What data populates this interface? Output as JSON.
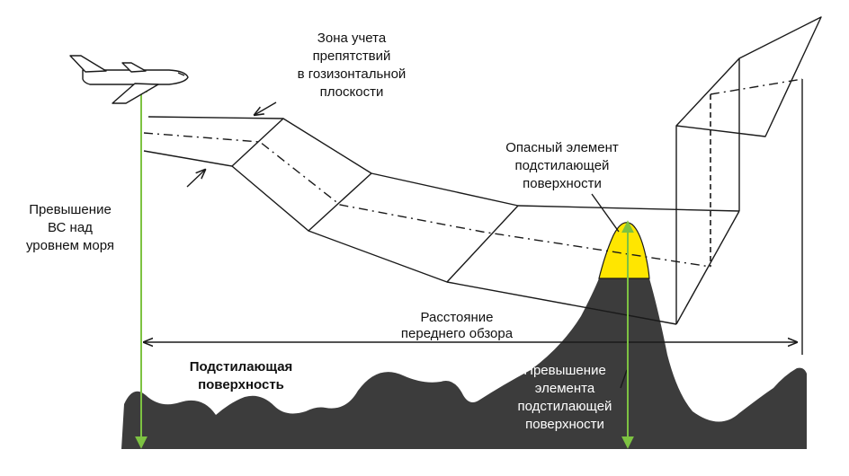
{
  "labels": {
    "zone_line1": "Зона учета",
    "zone_line2": "препятствий",
    "zone_line3": "в гозизонтальной",
    "zone_line4": "плоскости",
    "danger_line1": "Опасный элемент",
    "danger_line2": "подстилающей",
    "danger_line3": "поверхности",
    "aircraft_line1": "Превышение",
    "aircraft_line2": "ВС над",
    "aircraft_line3": "уровнем моря",
    "distance_line1": "Расстояние",
    "distance_line2": "переднего обзора",
    "surface_line1": "Подстилающая",
    "surface_line2": "поверхность",
    "element_line1": "Превышение",
    "element_line2": "элемента",
    "element_line3": "подстилающей",
    "element_line4": "поверхности"
  },
  "colors": {
    "terrain": "#3c3c3c",
    "danger_tip": "#ffe600",
    "height_arrow": "#7dc242",
    "line": "#1a1a1a"
  },
  "icons": {
    "aircraft": "airplane-icon"
  }
}
